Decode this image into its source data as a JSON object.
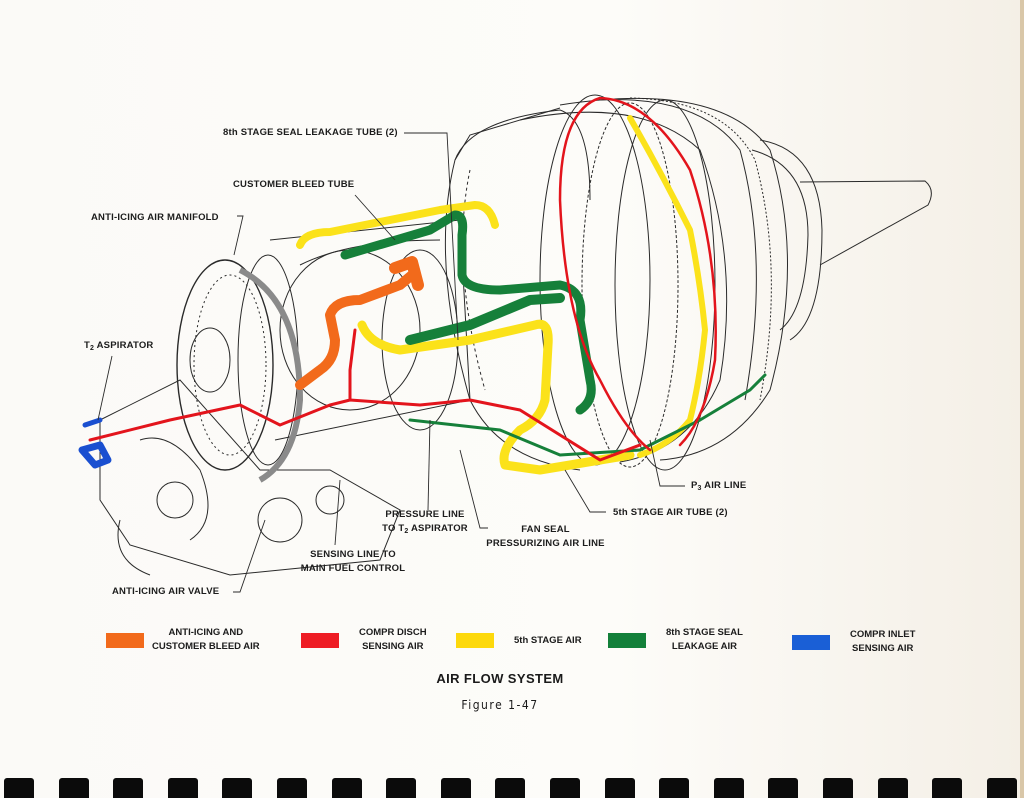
{
  "figure": {
    "title": "AIR FLOW SYSTEM",
    "subtitle": "Figure 1-47"
  },
  "callouts": {
    "seal_leakage_tube": "8th STAGE SEAL LEAKAGE TUBE (2)",
    "customer_bleed_tube": "CUSTOMER BLEED TUBE",
    "anti_icing_manifold": "ANTI-ICING AIR MANIFOLD",
    "t2_aspirator_prefix": "T",
    "t2_aspirator_sub": "2",
    "t2_aspirator_suffix": " ASPIRATOR",
    "pressure_line_1": "PRESSURE LINE",
    "pressure_line_2_prefix": "TO T",
    "pressure_line_2_sub": "2",
    "pressure_line_2_suffix": " ASPIRATOR",
    "fan_seal_1": "FAN SEAL",
    "fan_seal_2": "PRESSURIZING AIR LINE",
    "sensing_line_1": "SENSING LINE TO",
    "sensing_line_2": "MAIN FUEL CONTROL",
    "p3_prefix": "P",
    "p3_sub": "3",
    "p3_suffix": " AIR LINE",
    "fifth_stage_tube": "5th STAGE AIR TUBE (2)",
    "anti_icing_valve": "ANTI-ICING AIR VALVE"
  },
  "legend": [
    {
      "line1": "ANTI-ICING AND",
      "line2": "CUSTOMER BLEED AIR",
      "color": "#f26a1b"
    },
    {
      "line1": "COMPR DISCH",
      "line2": "SENSING AIR",
      "color": "#ee1c24"
    },
    {
      "line1": "5th STAGE AIR",
      "line2": "",
      "color": "#fdd90c"
    },
    {
      "line1": "8th STAGE SEAL",
      "line2": "LEAKAGE AIR",
      "color": "#13803a"
    },
    {
      "line1": "COMPR INLET",
      "line2": "SENSING AIR",
      "color": "#1a5fd6"
    }
  ],
  "colors": {
    "orange": "#f26a1b",
    "red": "#e3141c",
    "yellow": "#fbe21a",
    "green": "#16803a",
    "blue": "#1a4fd0",
    "ink": "#2a2a2a"
  }
}
